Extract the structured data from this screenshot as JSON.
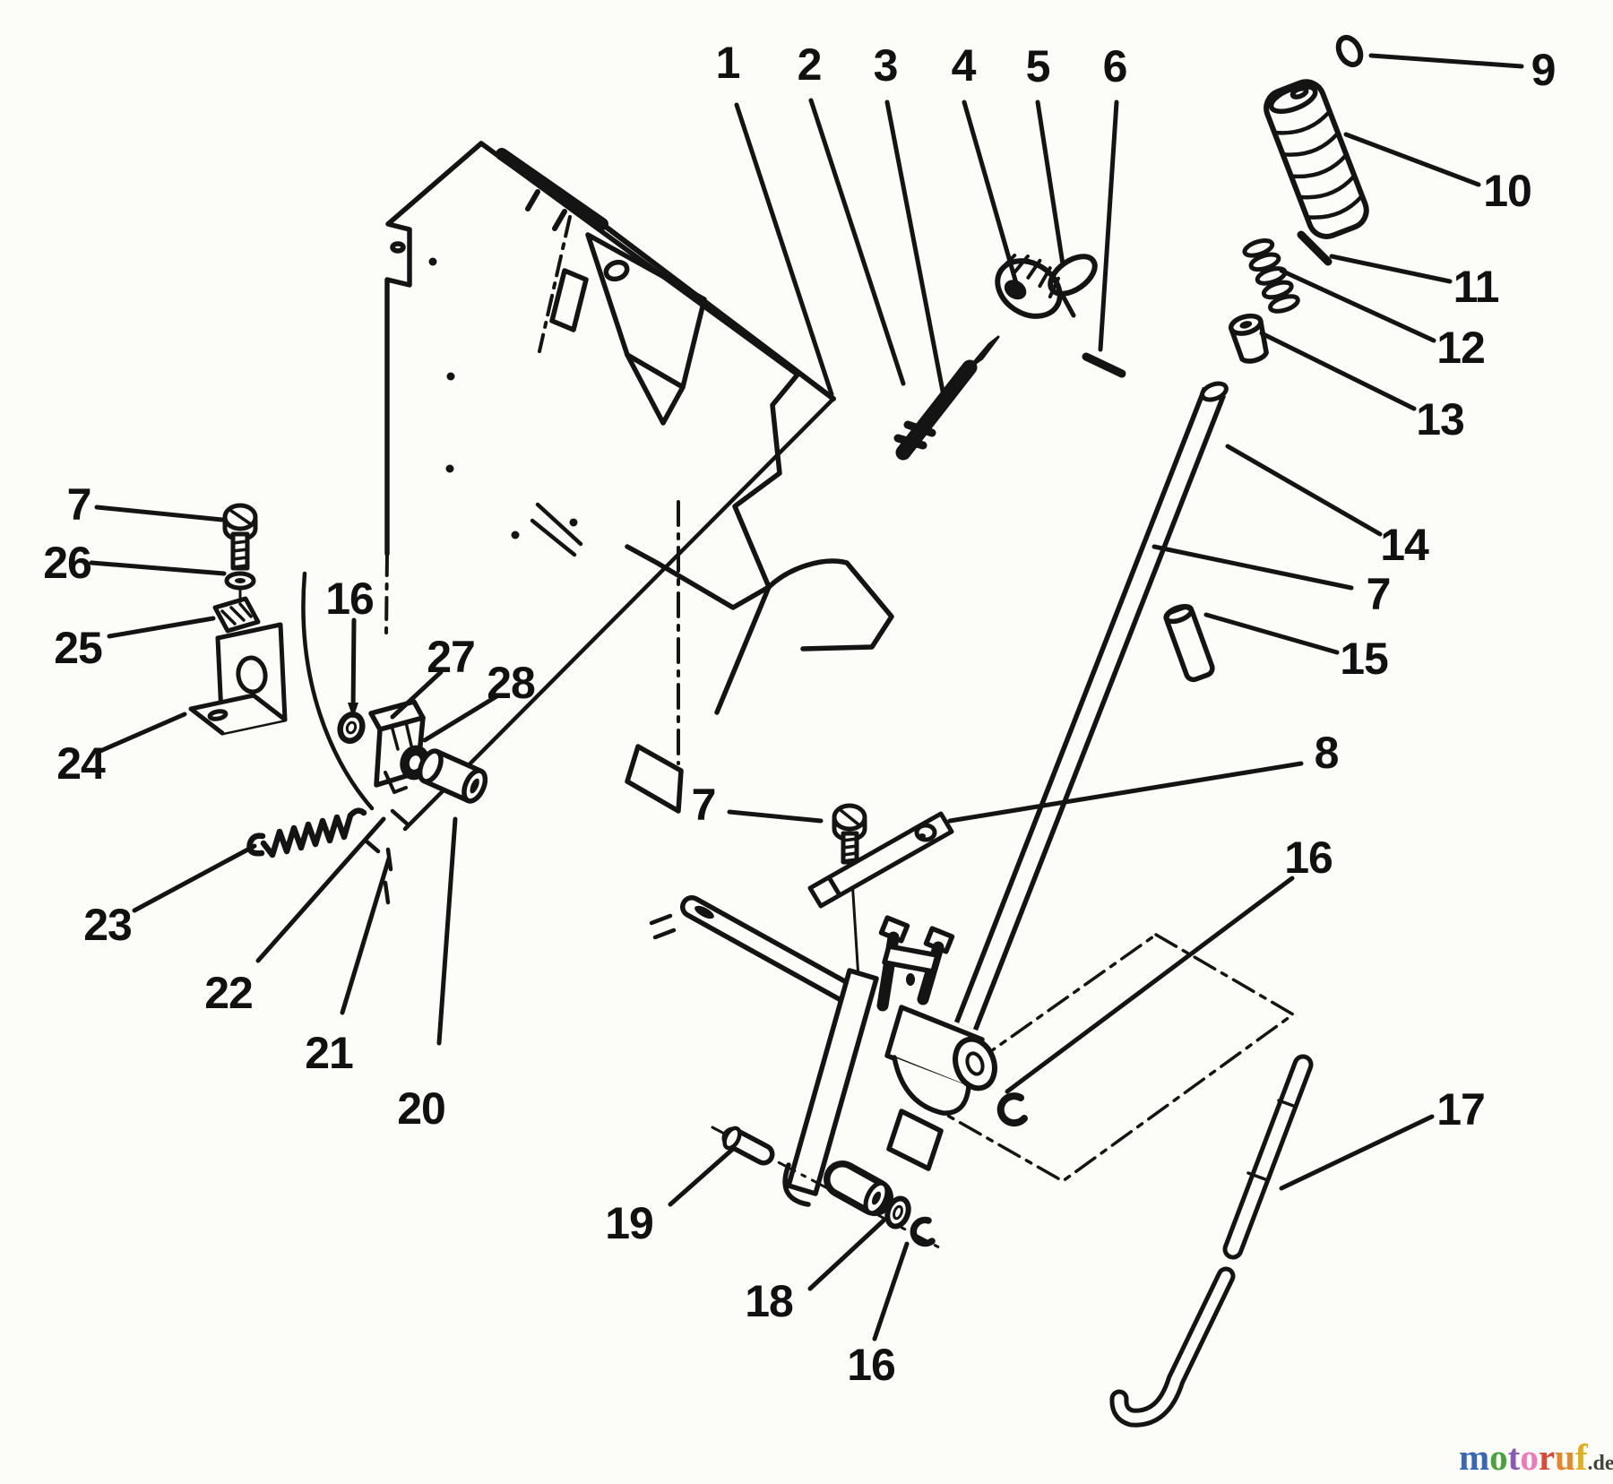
{
  "colors": {
    "background": "#fcfcf9",
    "line": "#141414",
    "label": "#111111"
  },
  "callouts": [
    {
      "text": "1"
    },
    {
      "text": "2"
    },
    {
      "text": "3"
    },
    {
      "text": "4"
    },
    {
      "text": "5"
    },
    {
      "text": "6"
    },
    {
      "text": "9"
    },
    {
      "text": "10"
    },
    {
      "text": "11"
    },
    {
      "text": "12"
    },
    {
      "text": "13"
    },
    {
      "text": "14"
    },
    {
      "text": "7"
    },
    {
      "text": "15"
    },
    {
      "text": "7"
    },
    {
      "text": "26"
    },
    {
      "text": "25"
    },
    {
      "text": "24"
    },
    {
      "text": "16"
    },
    {
      "text": "27"
    },
    {
      "text": "28"
    },
    {
      "text": "23"
    },
    {
      "text": "22"
    },
    {
      "text": "21"
    },
    {
      "text": "20"
    },
    {
      "text": "7"
    },
    {
      "text": "8"
    },
    {
      "text": "16"
    },
    {
      "text": "19"
    },
    {
      "text": "18"
    },
    {
      "text": "16"
    },
    {
      "text": "17"
    }
  ],
  "watermark": {
    "letters": [
      {
        "ch": "m",
        "style": "color:#3a67b5"
      },
      {
        "ch": "o",
        "style": "color:#47a33b"
      },
      {
        "ch": "t",
        "style": "color:#8a5ab5"
      },
      {
        "ch": "o",
        "style": "color:#ee7ab8"
      },
      {
        "ch": "r",
        "style": "color:#d94a3a"
      },
      {
        "ch": "u",
        "style": "color:#e8872a"
      },
      {
        "ch": "f",
        "style": "color:#e3ae1b"
      }
    ],
    "suffix": ".de",
    "suffix_style": "color:#44443e"
  }
}
